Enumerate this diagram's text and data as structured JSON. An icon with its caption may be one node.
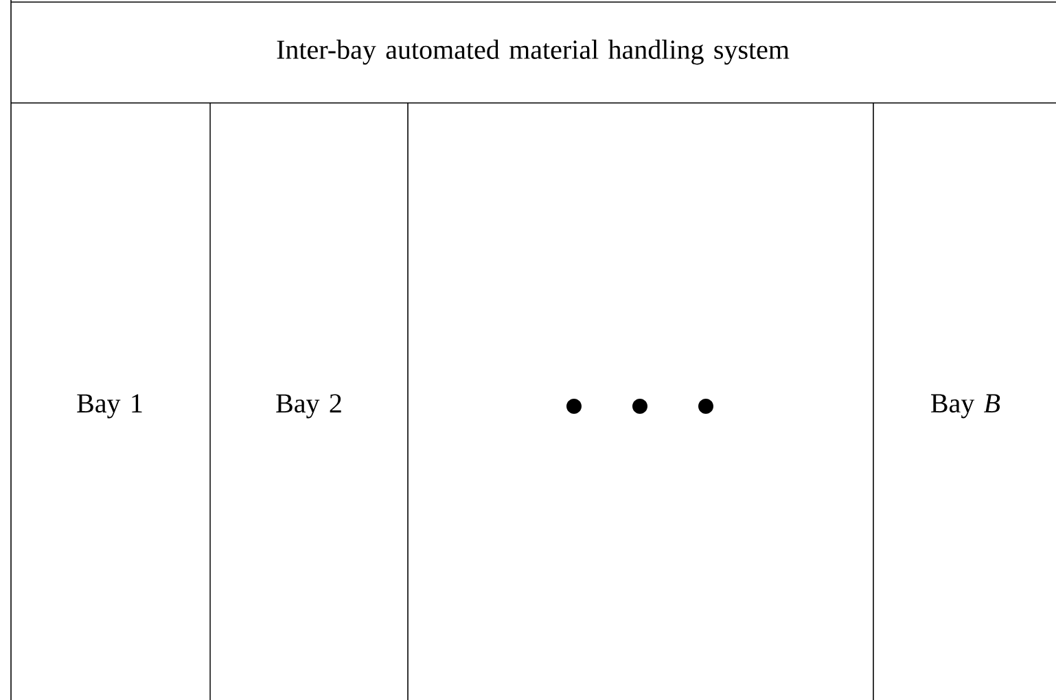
{
  "diagram": {
    "nodes": [
      {
        "text": [
          "Inter-bay automated material handling system"
        ]
      },
      {
        "text": [
          "Bay 1"
        ]
      },
      {
        "text": [
          "Bay 2"
        ]
      },
      {
        "text": [
          "Bay *B*"
        ]
      }
    ]
  }
}
